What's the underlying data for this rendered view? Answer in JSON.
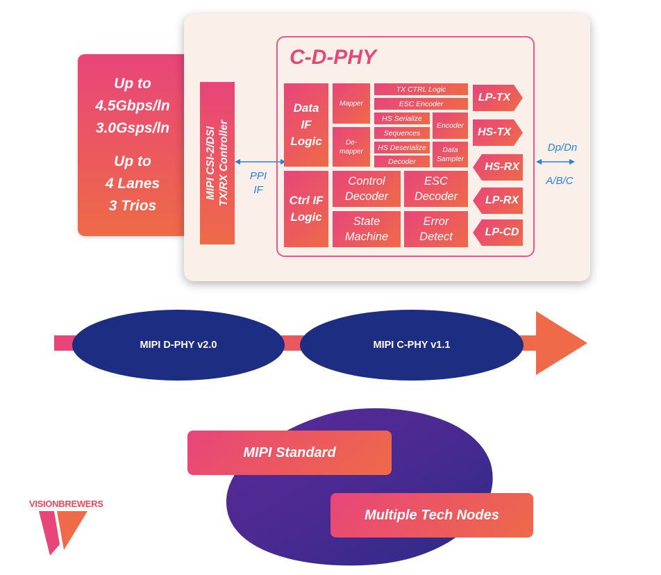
{
  "left_panel": {
    "lines": [
      "Up to",
      "4.5Gbps/ln",
      "3.0Gsps/ln",
      "",
      "Up to",
      "4 Lanes",
      "3 Trios"
    ]
  },
  "controller": {
    "line1": "MIPI CSI-2/DSI",
    "line2": "TX/RX Controller"
  },
  "ppi": {
    "line1": "PPI",
    "line2": "IF"
  },
  "phy": {
    "title": "C-D-PHY",
    "data_if": {
      "line1": "Data",
      "line2": "IF",
      "line3": "Logic"
    },
    "ctrl_if": {
      "line1": "Ctrl IF",
      "line2": "Logic"
    },
    "mapper": "Mapper",
    "demapper": {
      "line1": "De-",
      "line2": "mapper"
    },
    "tx_ctrl_logic": "TX CTRL Logic",
    "esc_encoder": "ESC Encoder",
    "hs_serialize": "HS Serialize",
    "sequences": "Sequences",
    "hs_deserialize": "HS Deserialize",
    "decoder": "Decoder",
    "encoder": "Encoder",
    "data_sampler": {
      "line1": "Data",
      "line2": "Sampler"
    },
    "control_decoder": {
      "line1": "Control",
      "line2": "Decoder"
    },
    "esc_decoder": {
      "line1": "ESC",
      "line2": "Decoder"
    },
    "state_machine": {
      "line1": "State",
      "line2": "Machine"
    },
    "error_detect": {
      "line1": "Error",
      "line2": "Detect"
    },
    "lp_tx": "LP-TX",
    "hs_tx": "HS-TX",
    "hs_rx": "HS-RX",
    "lp_rx": "LP-RX",
    "lp_cd": "LP-CD"
  },
  "pins": {
    "line1": "Dp/Dn",
    "line2": "A/B/C"
  },
  "timeline": {
    "dphy": "MIPI D-PHY v2.0",
    "cphy": "MIPI C-PHY v1.1"
  },
  "bottom": {
    "standard": "MIPI Standard",
    "tech_nodes": "Multiple Tech Nodes"
  },
  "logo": {
    "text": "VISIONBREWERS"
  },
  "colors": {
    "pink": "#e8457a",
    "orange": "#ee6a48",
    "navy": "#1c2d82",
    "blue": "#2a7fd8",
    "purple": "#5a2a9a"
  }
}
